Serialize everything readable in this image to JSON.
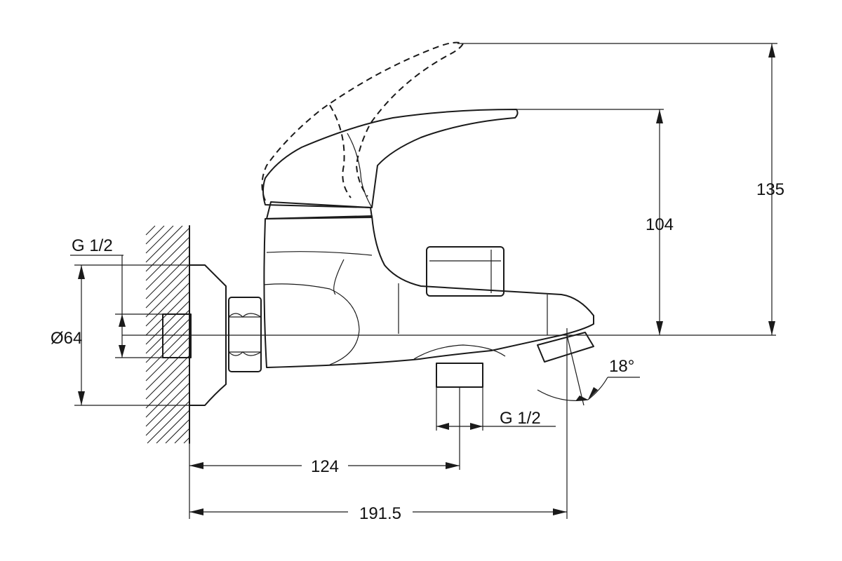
{
  "dimensions": {
    "height_lever_raised": "135",
    "height_spout": "104",
    "inlet_thread": "G 1/2",
    "flange_diameter": "Ø64",
    "outlet_thread": "G 1/2",
    "wall_to_outlet": "124",
    "overall_length": "191.5",
    "spout_angle": "18°"
  }
}
